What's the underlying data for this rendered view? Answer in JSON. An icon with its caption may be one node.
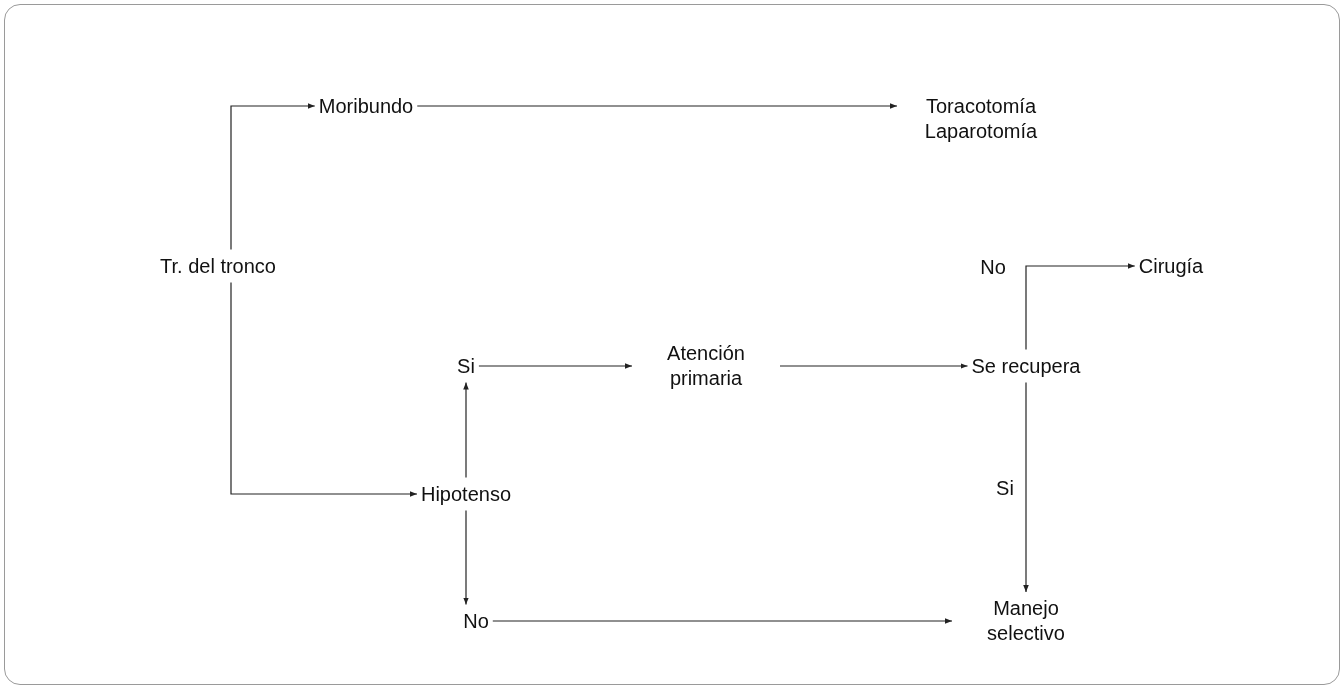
{
  "diagram": {
    "nodes": [
      {
        "text": [
          "Tr. del tronco"
        ]
      },
      {
        "text": [
          "Moribundo"
        ]
      },
      {
        "text": [
          "Toracotomía Laparotomía"
        ]
      },
      {
        "text": [
          "Cirugía"
        ]
      },
      {
        "text": [
          "Si"
        ]
      },
      {
        "text": [
          "Atención primaria"
        ]
      },
      {
        "text": [
          "Se recupera"
        ]
      },
      {
        "text": [
          "Hipotenso"
        ]
      },
      {
        "text": [
          "No"
        ]
      },
      {
        "text": [
          "Manejo selectivo"
        ]
      }
    ],
    "edges": [
      {
        "from": 0,
        "to": 1,
        "arrow": "to"
      },
      {
        "from": 1,
        "to": 2,
        "arrow": "to"
      },
      {
        "from": 0,
        "to": 7,
        "arrow": "to"
      },
      {
        "from": 7,
        "to": 4,
        "arrow": "to"
      },
      {
        "from": 7,
        "to": 8,
        "arrow": "to"
      },
      {
        "from": 4,
        "to": 5,
        "arrow": "to"
      },
      {
        "from": 5,
        "to": 6,
        "arrow": "to"
      },
      {
        "from": 6,
        "to": 3,
        "arrow": "to",
        "label": "No"
      },
      {
        "from": 6,
        "to": 9,
        "arrow": "to",
        "label": "Si"
      },
      {
        "from": 8,
        "to": 9,
        "arrow": "to"
      }
    ]
  }
}
